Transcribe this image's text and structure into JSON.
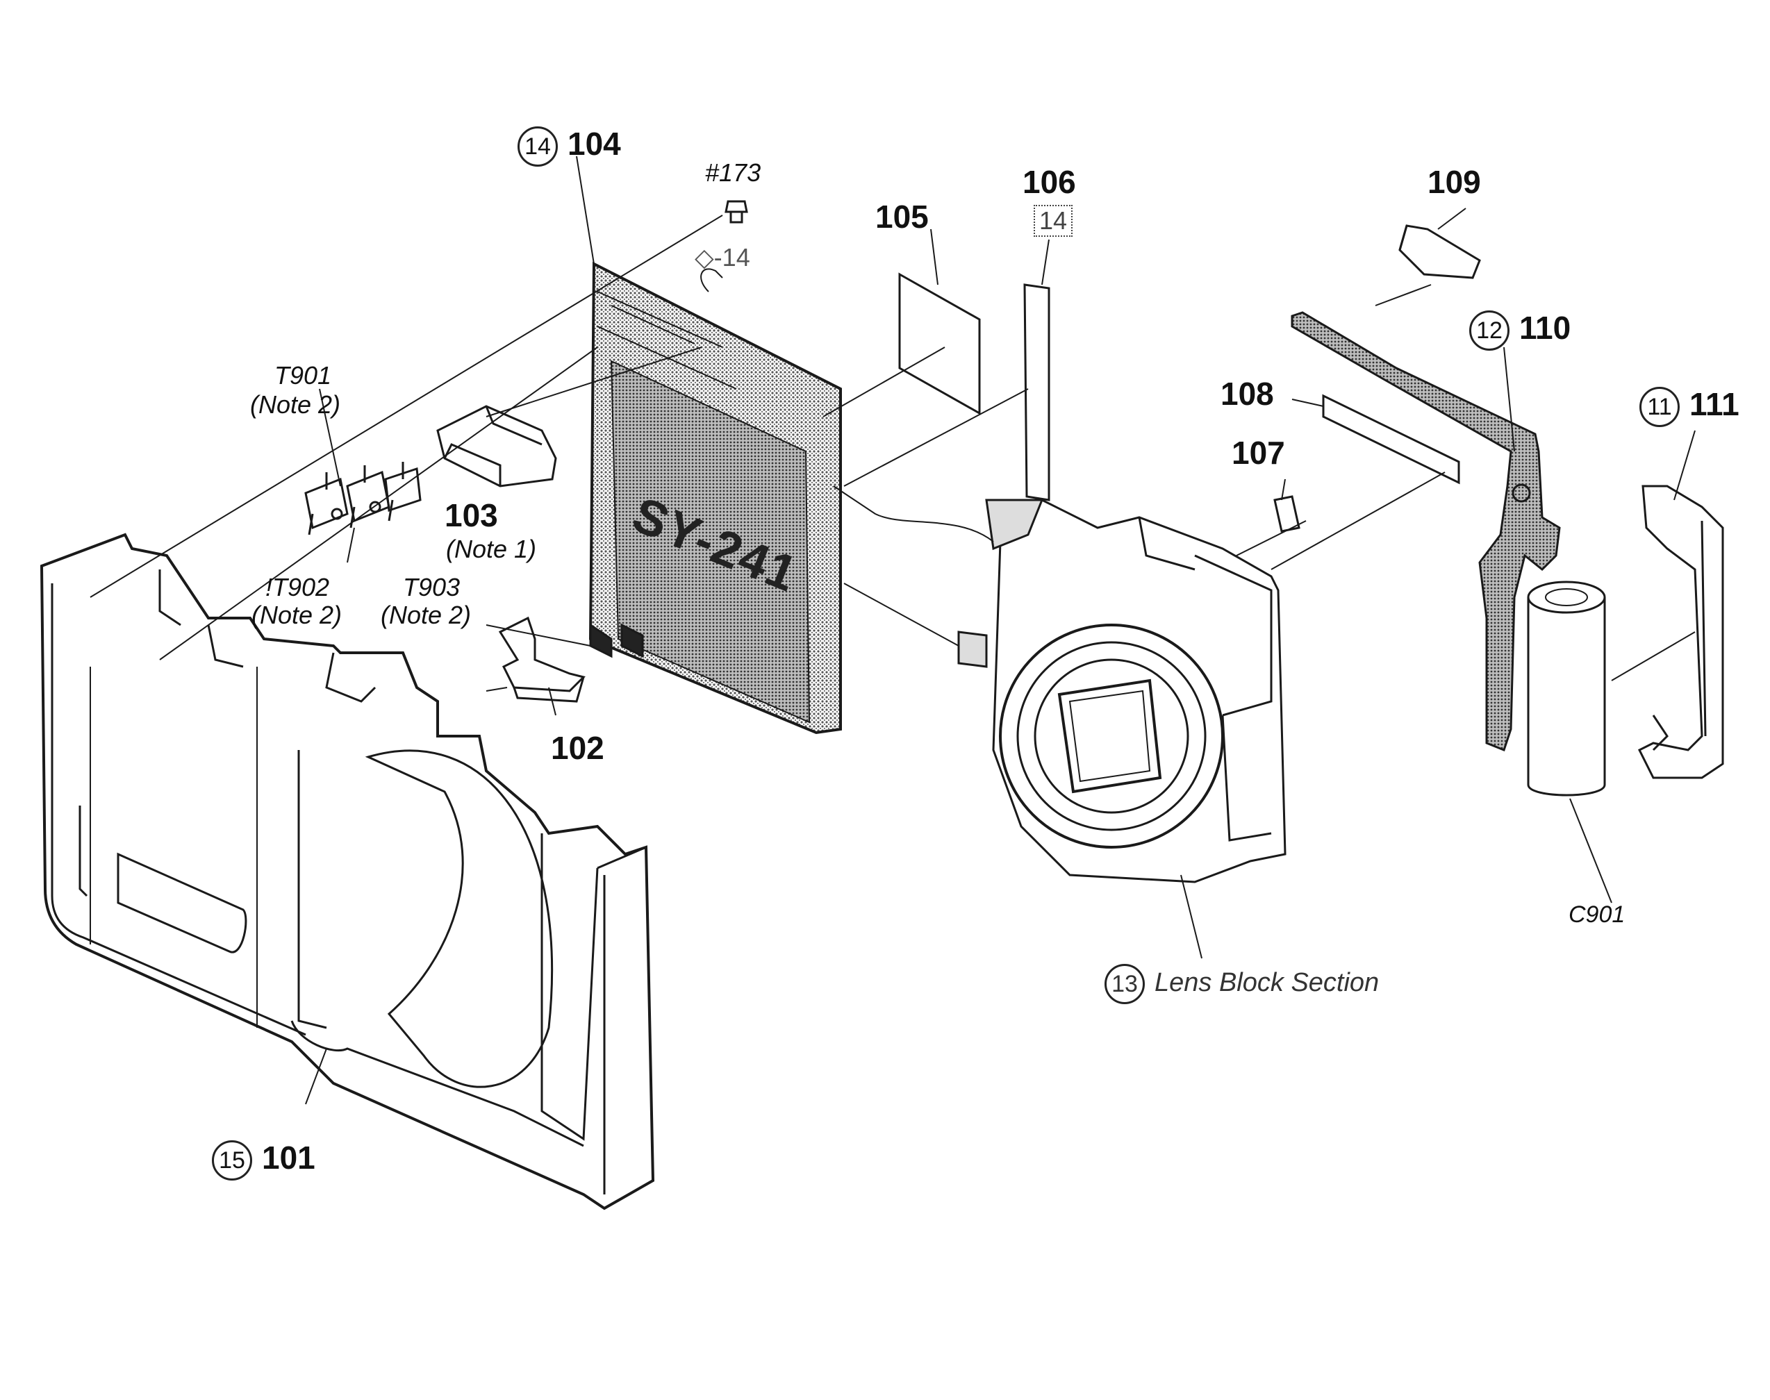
{
  "labels": {
    "p101": "101",
    "p101_ref": "15",
    "p102": "102",
    "p103": "103",
    "p103_note": "(Note 1)",
    "p104": "104",
    "p104_ref": "14",
    "p105": "105",
    "p106": "106",
    "p106_ref": "14",
    "p107": "107",
    "p108": "108",
    "p109": "109",
    "p110": "110",
    "p110_ref": "12",
    "p111": "111",
    "p111_ref": "11",
    "screw": "#173",
    "screw_ref": "◇-14",
    "t901": "T901",
    "t901_note": "(Note 2)",
    "t902": "!T902",
    "t902_note": "(Note 2)",
    "t903": "T903",
    "t903_note": "(Note 2)",
    "c901": "C901",
    "board": "SY-241",
    "lens_ref": "13",
    "lens": "Lens Block Section"
  },
  "colors": {
    "line": "#1a1a1a",
    "shade": "#8a8a8a",
    "paper": "#ffffff"
  }
}
